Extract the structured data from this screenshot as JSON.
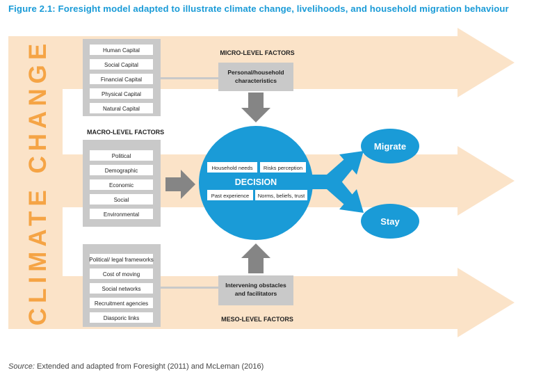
{
  "title": "Figure 2.1: Foresight model adapted to illustrate climate change, livelihoods, and household migration behaviour",
  "source_label": "Source:",
  "source_text": " Extended and adapted from Foresight (2011) and McLeman (2016)",
  "side_label": "CLIMATE CHANGE",
  "micro": {
    "heading": "MICRO-LEVEL FACTORS",
    "box_label_line1": "Personal/household",
    "box_label_line2": "characteristics",
    "items": [
      "Human Capital",
      "Social Capital",
      "Financial Capital",
      "Physical Capital",
      "Natural Capital"
    ]
  },
  "macro": {
    "heading": "MACRO-LEVEL FACTORS",
    "items": [
      "Political",
      "Demographic",
      "Economic",
      "Social",
      "Environmental"
    ]
  },
  "meso": {
    "heading": "MESO-LEVEL FACTORS",
    "box_label_line1": "Intervening obstacles",
    "box_label_line2": "and facilitators",
    "items": [
      "Political/ legal frameworks",
      "Cost of moving",
      "Social networks",
      "Recruitment agencies",
      "Diasporic links"
    ]
  },
  "decision": {
    "label": "DECISION",
    "factors": [
      "Household needs",
      "Risks perception",
      "Past experience",
      "Norms, beliefs, trust"
    ]
  },
  "outcomes": {
    "migrate": "Migrate",
    "stay": "Stay"
  },
  "colors": {
    "orange_band": "#fbe3c8",
    "orange_text": "#f5a445",
    "blue": "#1a9bd7",
    "grey_panel": "#c9c9c9",
    "grey_arrow": "#858585",
    "title_blue": "#1a9bd7"
  }
}
